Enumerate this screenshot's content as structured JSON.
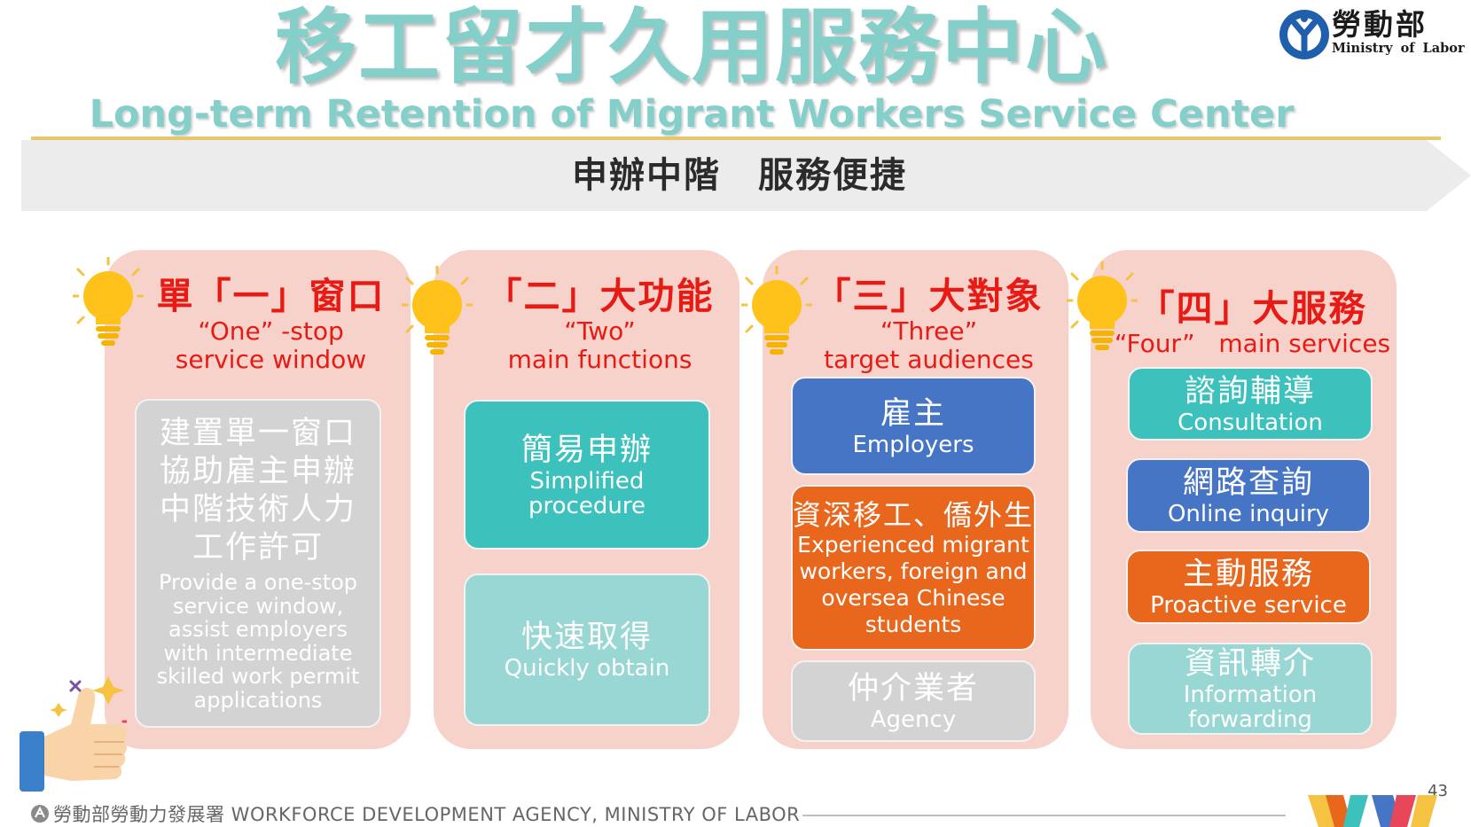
{
  "header": {
    "title_zh": "移工留才久用服務中心",
    "title_en": "Long-term Retention of Migrant Workers Service Center",
    "banner": "申辦中階　服務便捷"
  },
  "logo": {
    "name_zh": "勞動部",
    "name_en": "Ministry of Labor",
    "icon": "ministry-logo-icon"
  },
  "columns": [
    {
      "head_zh": "單「一」窗口",
      "head_en_1": "“One”  -stop",
      "head_en_2": "service window",
      "box": {
        "zh_lines": [
          "建置單一窗口",
          "協助雇主申辦",
          "中階技術人力",
          "工作許可"
        ],
        "en_lines": [
          "Provide a one-stop",
          "service window,",
          "assist employers",
          "with intermediate",
          "skilled work permit",
          "applications"
        ]
      }
    },
    {
      "head_zh": "「二」大功能",
      "head_en_1": "“Two”",
      "head_en_2": "main functions",
      "boxes": [
        {
          "zh": "簡易申辦",
          "en_1": "Simplified",
          "en_2": "procedure"
        },
        {
          "zh": "快速取得",
          "en_1": "Quickly obtain"
        }
      ]
    },
    {
      "head_zh": "「三」大對象",
      "head_en_1": "“Three”",
      "head_en_2": "target audiences",
      "boxes": [
        {
          "zh": "雇主",
          "en_1": "Employers"
        },
        {
          "zh": "資深移工、僑外生",
          "en_lines": [
            "Experienced migrant",
            "workers, foreign and",
            "oversea Chinese",
            "students"
          ]
        },
        {
          "zh": "仲介業者",
          "en_1": "Agency"
        }
      ]
    },
    {
      "head_zh": "「四」大服務",
      "head_en_1": "“Four”   main services",
      "boxes": [
        {
          "zh": "諮詢輔導",
          "en_1": "Consultation"
        },
        {
          "zh": "網路查詢",
          "en_1": "Online inquiry"
        },
        {
          "zh": "主動服務",
          "en_1": "Proactive service"
        },
        {
          "zh": "資訊轉介",
          "en_1": "Information",
          "en_2": "forwarding"
        }
      ]
    }
  ],
  "footer": {
    "agency": "勞動部勞動力發展署 WORKFORCE DEVELOPMENT AGENCY, MINISTRY OF LABOR",
    "page_number": "43"
  },
  "colors": {
    "title": "#84cfc9",
    "red": "#e81a14",
    "panel": "#f6d2cb",
    "teal": "#3dc1bd",
    "light_teal": "#98d7d4",
    "blue": "#4675c5",
    "orange": "#e9661d",
    "gray": "#d3d3d3"
  }
}
